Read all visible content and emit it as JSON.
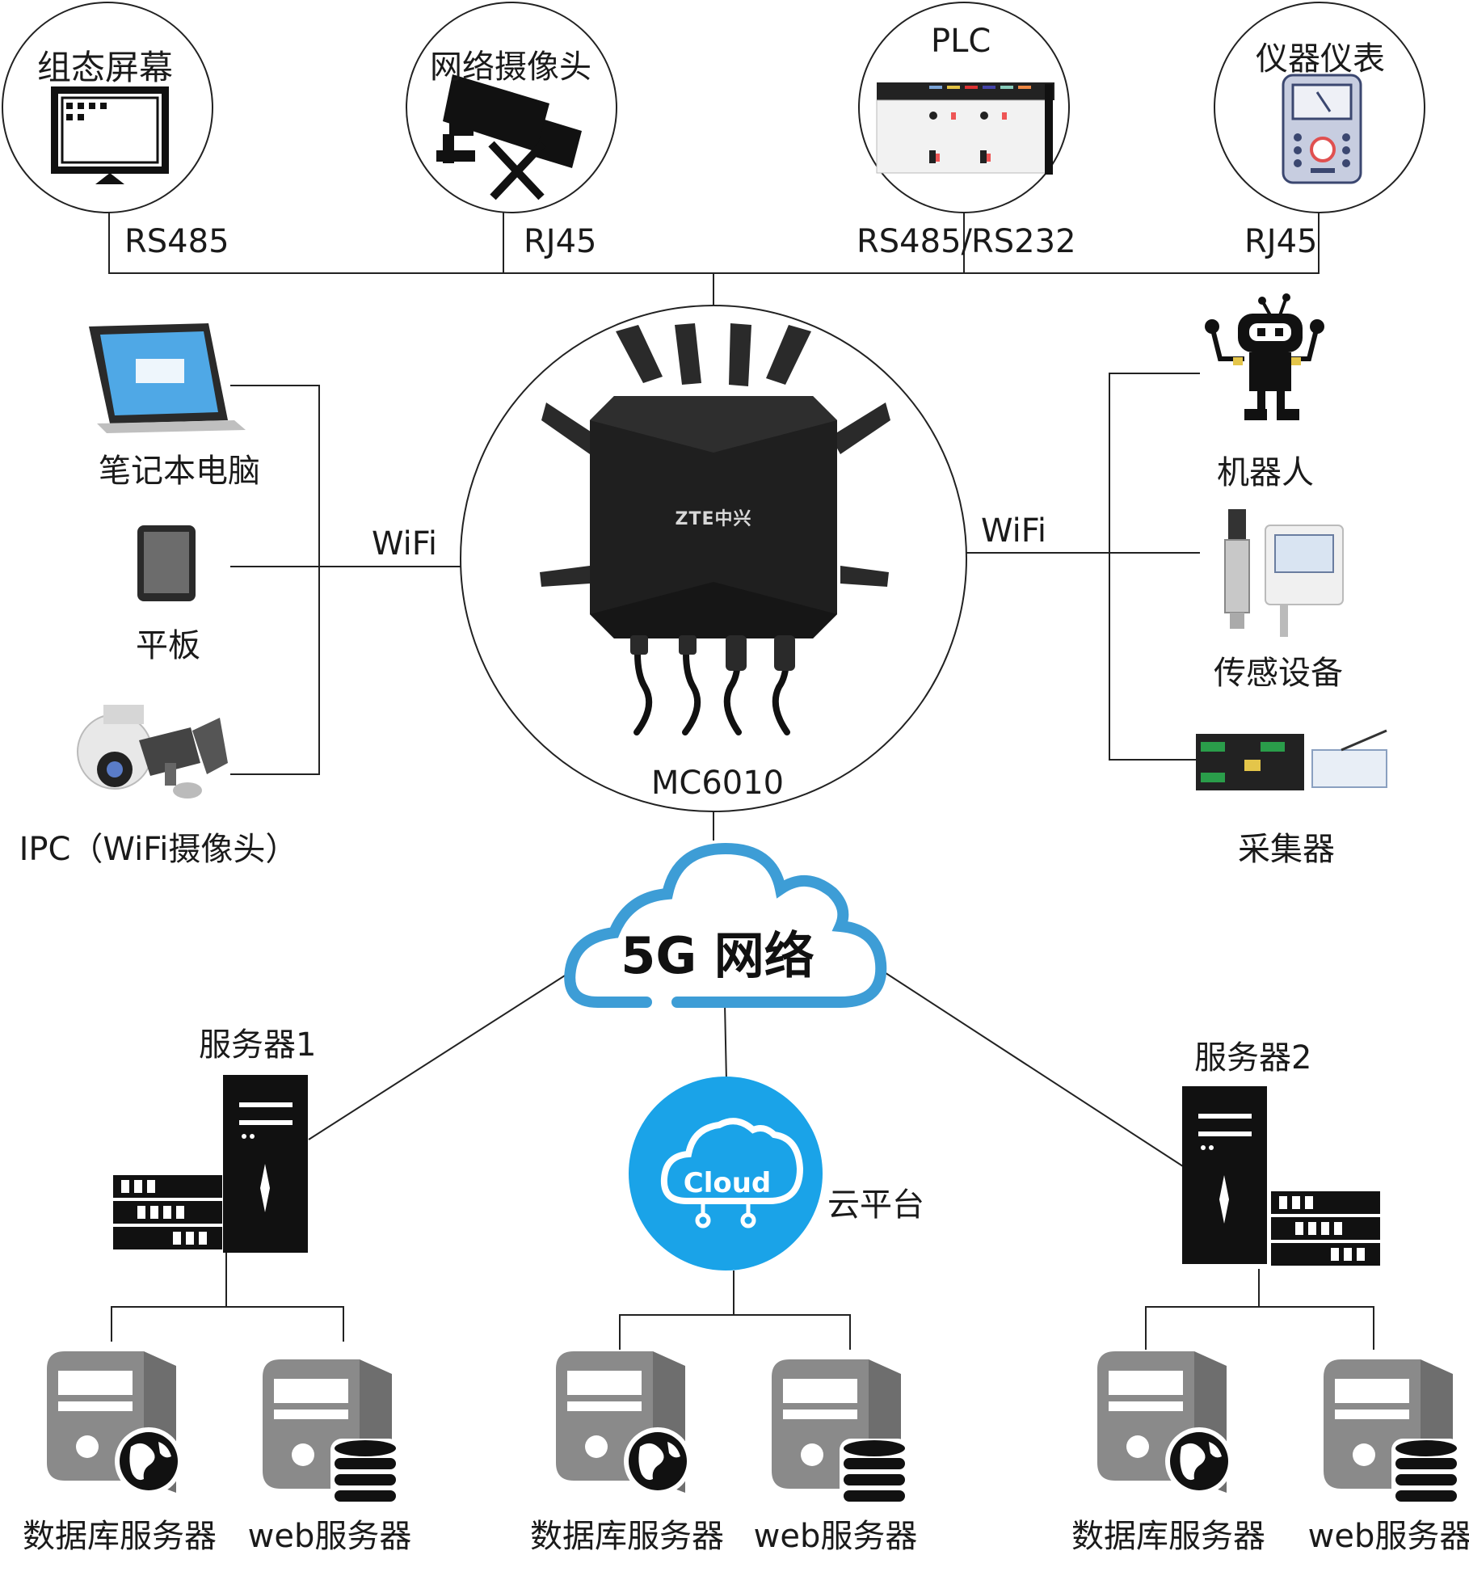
{
  "devices_top": {
    "screen": {
      "label": "组态屏幕",
      "port": "RS485"
    },
    "camera": {
      "label": "网络摄像头",
      "port": "RJ45"
    },
    "plc": {
      "label": "PLC",
      "port_left": "RS485/",
      "port_right": "RS232"
    },
    "meter": {
      "label": "仪器仪表",
      "port": "RJ45"
    }
  },
  "devices_left": {
    "wifi": "WiFi",
    "items": [
      "笔记本电脑",
      "平板",
      "IPC（WiFi摄像头）"
    ]
  },
  "devices_right": {
    "wifi": "WiFi",
    "items": [
      "机器人",
      "传感设备",
      "采集器"
    ]
  },
  "router": {
    "model": "MC6010",
    "brand": "ZTE中兴"
  },
  "network": {
    "label": "5G 网络"
  },
  "servers": {
    "server1": "服务器1",
    "server2": "服务器2",
    "cloud_platform": "云平台",
    "cloud_icon_text": "Cloud"
  },
  "bottom_servers": {
    "db": "数据库服务器",
    "web": "web服务器"
  },
  "colors": {
    "line": "#222222",
    "cloud_stroke": "#3d9dd6",
    "cloud_fill": "#1aa3e8",
    "device_black": "#1b1b1b",
    "server_gray": "#8a8a8a"
  }
}
